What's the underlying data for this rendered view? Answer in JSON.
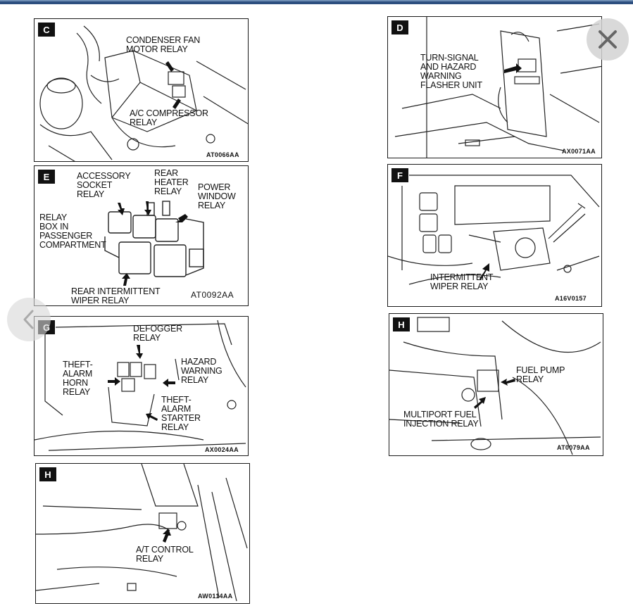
{
  "nav": {
    "close_icon": "close-icon",
    "prev_icon": "chevron-left-icon"
  },
  "panels": {
    "c": {
      "badge": "C",
      "labels": [
        "CONDENSER FAN\nMOTOR RELAY",
        "A/C COMPRESSOR\nRELAY"
      ],
      "code": "AT0066AA"
    },
    "d": {
      "badge": "D",
      "labels": [
        "TURN-SIGNAL\nAND HAZARD\nWARNING\nFLASHER UNIT"
      ],
      "code": "AX0071AA"
    },
    "e": {
      "badge": "E",
      "labels": [
        "ACCESSORY\nSOCKET\nRELAY",
        "REAR\nHEATER\nRELAY",
        "POWER\nWINDOW\nRELAY",
        "RELAY\nBOX IN\nPASSENGER\nCOMPARTMENT",
        "REAR INTERMITTENT\nWIPER RELAY"
      ],
      "code": "AT0092AA"
    },
    "f": {
      "badge": "F",
      "labels": [
        "INTERMITTENT\nWIPER RELAY"
      ],
      "code": "A16V0157"
    },
    "g": {
      "badge": "G",
      "labels": [
        "DEFOGGER\nRELAY",
        "THEFT-\nALARM\nHORN\nRELAY",
        "HAZARD\nWARNING\nRELAY",
        "THEFT-\nALARM\nSTARTER\nRELAY"
      ],
      "code": "AX0024AA"
    },
    "h1": {
      "badge": "H",
      "labels": [
        "FUEL PUMP\nRELAY",
        "MULTIPORT FUEL\nINJECTION RELAY"
      ],
      "code": "AT0079AA"
    },
    "h2": {
      "badge": "H",
      "labels": [
        "A/T CONTROL\nRELAY"
      ],
      "code": "AW0114AA"
    }
  }
}
